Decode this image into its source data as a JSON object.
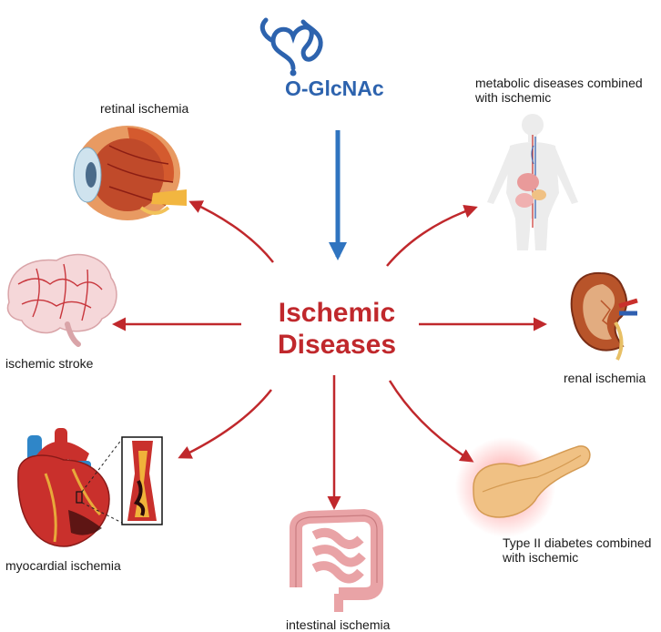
{
  "hub": {
    "line1": "Ischemic",
    "line2": "Diseases",
    "color": "#c0282c"
  },
  "regulator": {
    "label": "O-GlcNAc",
    "color": "#2d63ae",
    "icon": "o-glcnac-chain-icon"
  },
  "targets": [
    {
      "id": "retinal",
      "label": "retinal ischemia",
      "icon": "eye-icon"
    },
    {
      "id": "stroke",
      "label": "ischemic stroke",
      "icon": "brain-icon"
    },
    {
      "id": "myocardial",
      "label": "myocardial ischemia",
      "icon": "heart-icon"
    },
    {
      "id": "intestinal",
      "label": "intestinal ischemia",
      "icon": "intestine-icon"
    },
    {
      "id": "diabetes",
      "label": "Type II diabetes combined with ischemic",
      "icon": "pancreas-icon"
    },
    {
      "id": "renal",
      "label": "renal ischemia",
      "icon": "kidney-icon"
    },
    {
      "id": "metabolic",
      "label": "metabolic diseases combined with ischemic",
      "icon": "human-body-icon"
    }
  ],
  "arrow_color": "#c0282c"
}
